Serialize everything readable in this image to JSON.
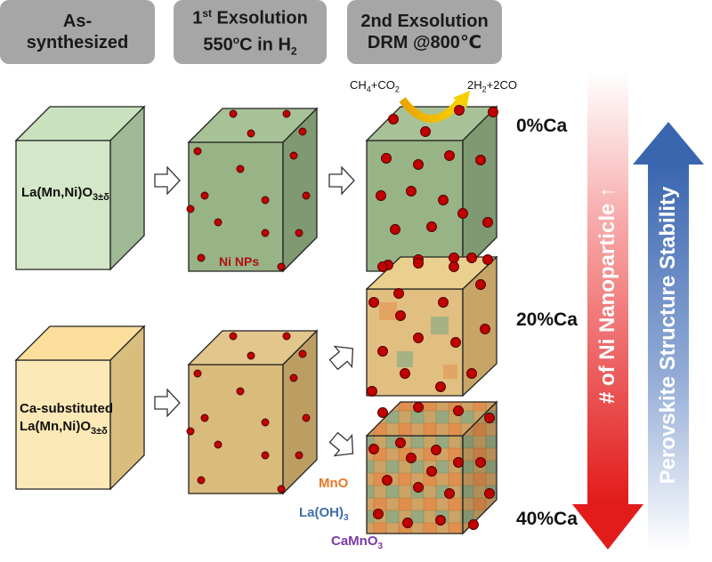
{
  "headers": {
    "col1": {
      "line1": "As-",
      "line2": "synthesized"
    },
    "col2": {
      "pre": "1",
      "sup": "st",
      "post": " Exsolution",
      "line2_pre": "550",
      "line2_sup": "o",
      "line2_mid": "C in H",
      "line2_sub": "2"
    },
    "col3": {
      "line1": "2nd Exsolution",
      "line2": "DRM @800℃"
    }
  },
  "cube_labels": {
    "top_pre": "La(Mn,Ni)O",
    "top_sub": "3±δ",
    "bottom_line1": "Ca-substituted",
    "bottom_pre": "La(Mn,Ni)O",
    "bottom_sub": "3±δ"
  },
  "ni_nps": "Ni NPs",
  "reaction": {
    "left_a": "CH",
    "left_a_sub": "4",
    "left_b": "+CO",
    "left_b_sub": "2",
    "right_a": "2H",
    "right_a_sub": "2",
    "right_b": "+2CO"
  },
  "percentages": [
    "0%Ca",
    "20%Ca",
    "40%Ca"
  ],
  "species": {
    "mno": "MnO",
    "laoh_pre": "La(OH)",
    "laoh_sub": "3",
    "camno_pre": "CaMnO",
    "camno_sub": "3"
  },
  "arrows": {
    "red_text": "# of Ni Nanoparticle ↑",
    "blue_text": "Perovskite Structure Stability"
  },
  "colors": {
    "header_bg": "#a6a6a6",
    "green_cube": "#d3e8c8",
    "green_cube_mid": "#9cb490",
    "yellow_cube": "#fde8b4",
    "tan_cube": "#d6b878",
    "np": "#c00000",
    "mno": "#e8782a",
    "laoh": "#3e6ea8",
    "camno": "#7a3aa8",
    "ni_label": "#b01010",
    "red_arrow": "#e41e1e",
    "blue_arrow": "#4a74b8"
  }
}
